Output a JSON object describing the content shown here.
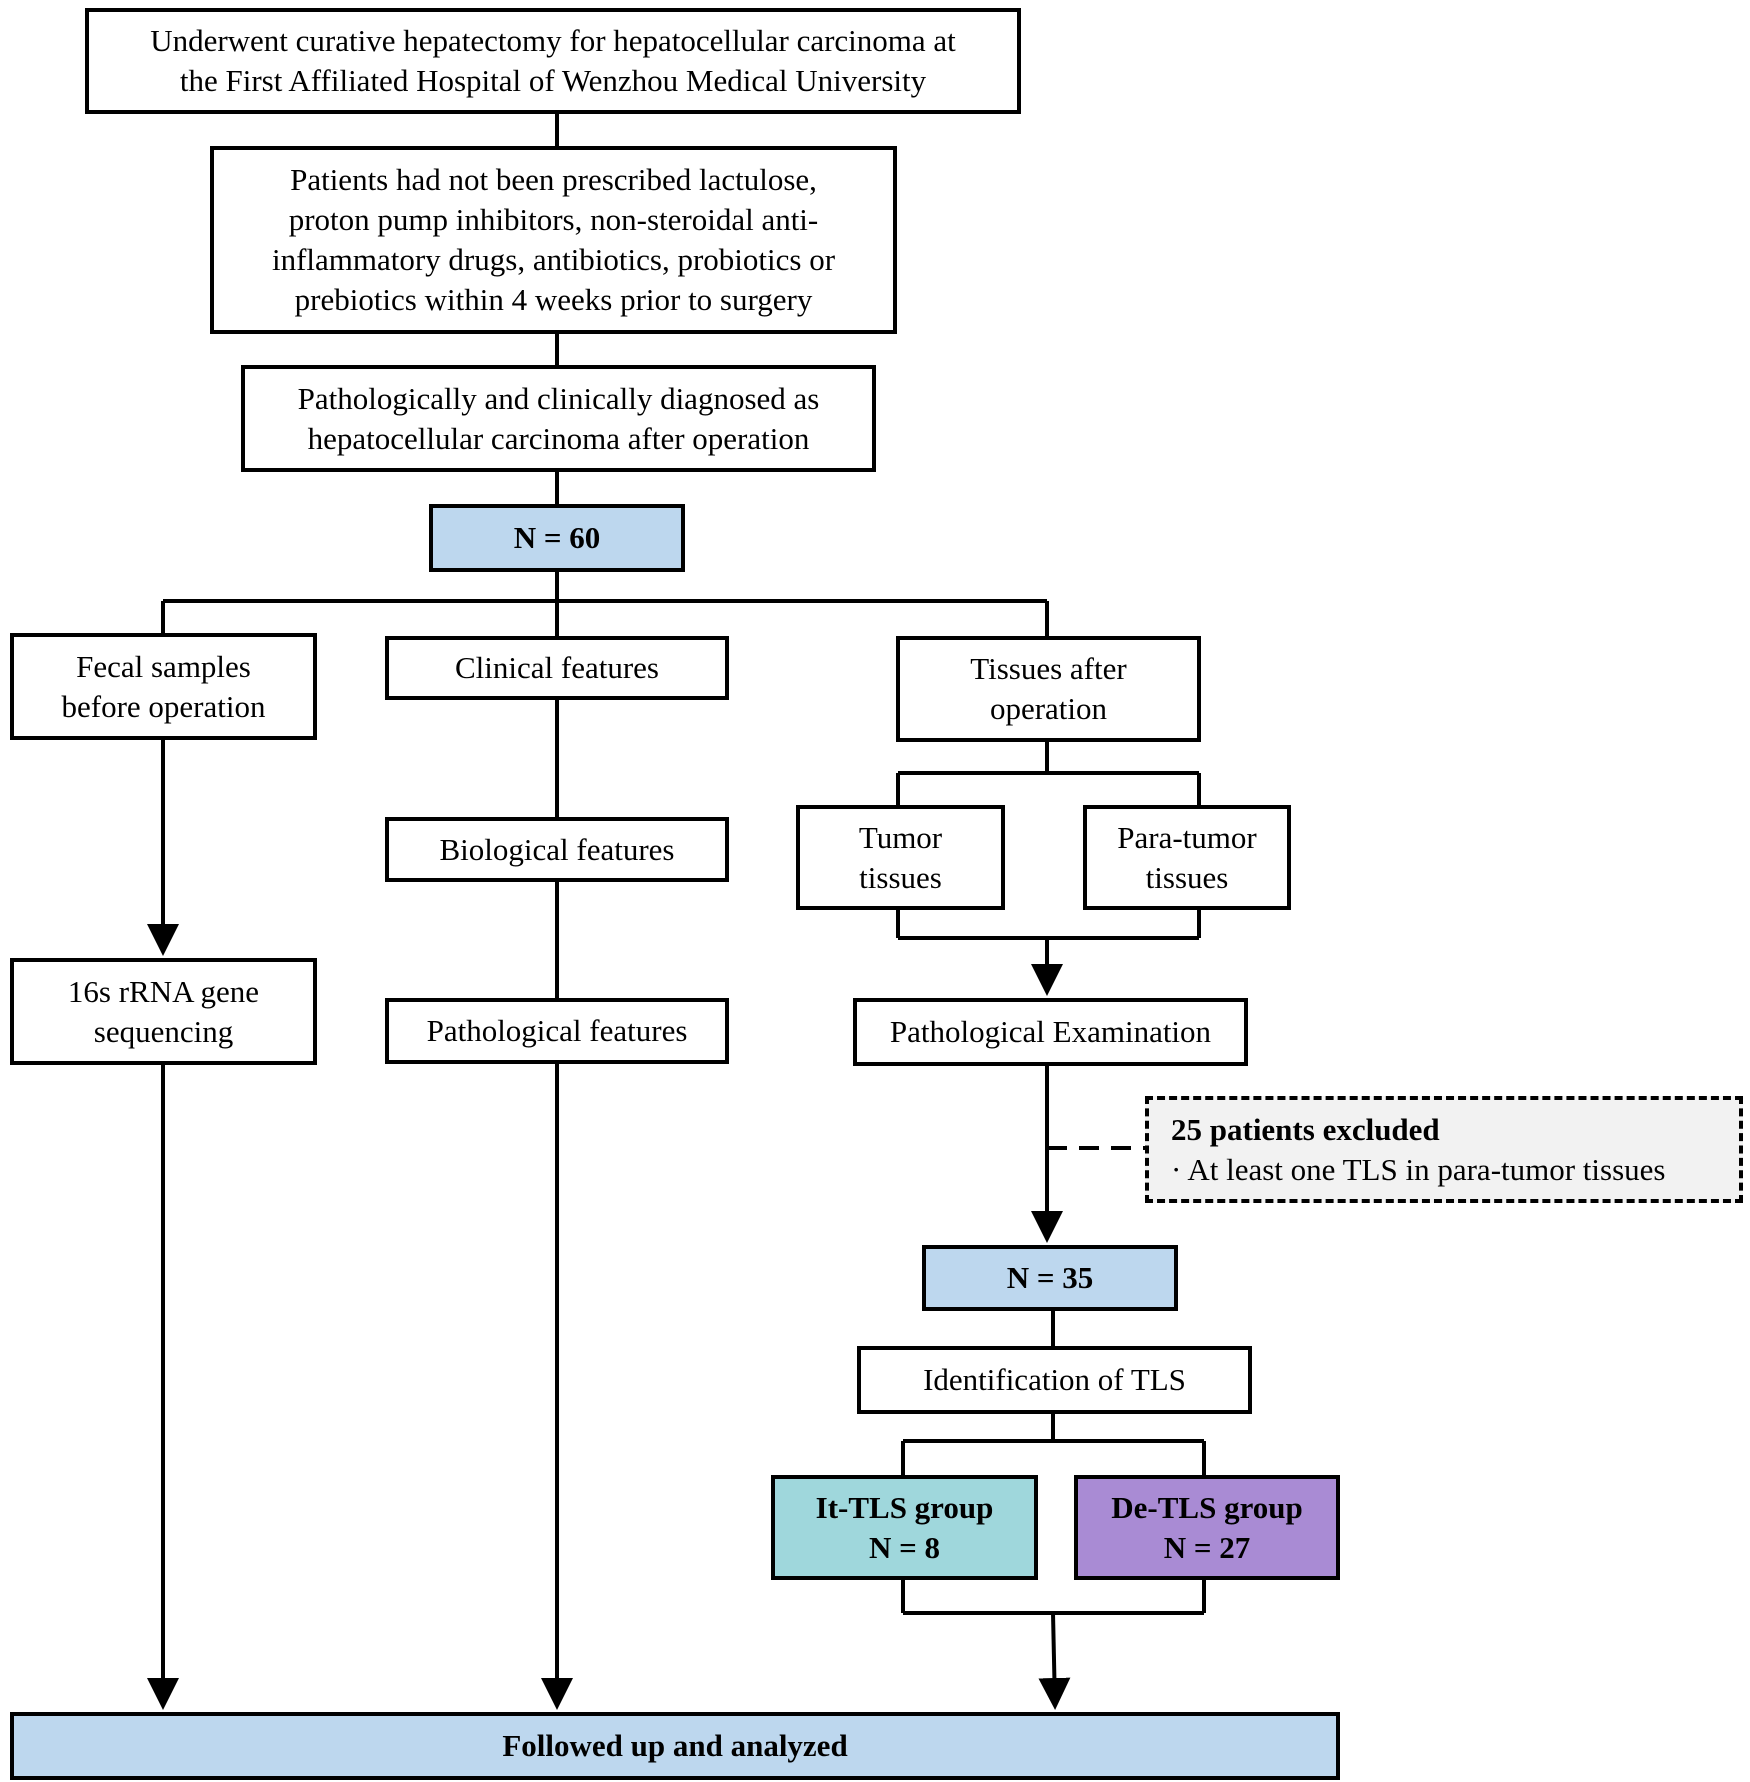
{
  "nodes": {
    "hepatectomy": {
      "line1": "Underwent curative hepatectomy for hepatocellular carcinoma at",
      "line2": "the First Affiliated Hospital of Wenzhou Medical University"
    },
    "criteria": {
      "line1": "Patients had not been prescribed lactulose,",
      "line2": "proton pump inhibitors, non-steroidal anti-",
      "line3": "inflammatory drugs, antibiotics, probiotics or",
      "line4": "prebiotics within 4 weeks prior to surgery"
    },
    "diagnosed": {
      "line1": "Pathologically and clinically diagnosed as",
      "line2": "hepatocellular carcinoma after operation"
    },
    "n60": "N = 60",
    "fecal": {
      "line1": "Fecal samples",
      "line2": "before operation"
    },
    "clinical": "Clinical features",
    "tissues_after": {
      "line1": "Tissues after",
      "line2": "operation"
    },
    "tumor": {
      "line1": "Tumor",
      "line2": "tissues"
    },
    "paratumor": {
      "line1": "Para-tumor",
      "line2": "tissues"
    },
    "biological": "Biological features",
    "sequencing": {
      "line1": "16s rRNA gene",
      "line2": "sequencing"
    },
    "pathological_features": "Pathological features",
    "pathological_exam": "Pathological Examination",
    "excluded": {
      "title": "25 patients excluded",
      "reason": "· At least  one TLS in para-tumor tissues"
    },
    "n35": "N = 35",
    "identification": "Identification of TLS",
    "it_tls": {
      "line1": "It-TLS group",
      "line2": "N = 8"
    },
    "de_tls": {
      "line1": "De-TLS group",
      "line2": "N = 27"
    },
    "followed": "Followed up and analyzed"
  },
  "colors": {
    "blue_box": "#bdd7ee",
    "it_tls_box": "#9fd7dc",
    "de_tls_box": "#a98bd4",
    "excluded_box": "#f2f2f2"
  }
}
